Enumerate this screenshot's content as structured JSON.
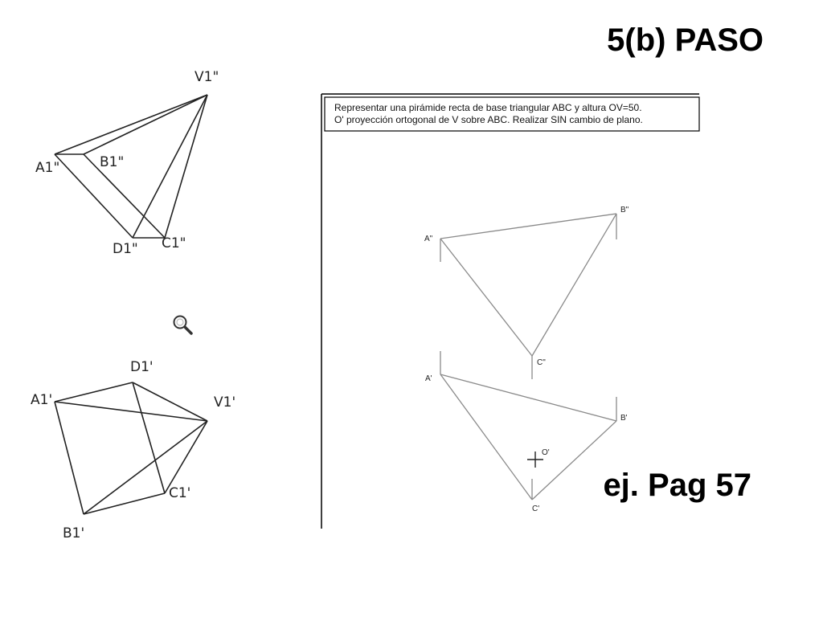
{
  "title": "5(b) PASO",
  "reference": "ej. Pag 57",
  "statement": {
    "line1": "Representar una pirámide recta de base triangular ABC y  altura OV=50.",
    "line2": "O' proyección ortogonal de V sobre ABC. Realizar SIN cambio de plano."
  },
  "hand_sketch": {
    "elevation_labels": {
      "V": "V1\"",
      "A": "A1\"",
      "B": "B1\"",
      "D": "D1\"",
      "C": "C1\""
    },
    "plan_labels": {
      "D": "D1'",
      "A": "A1'",
      "V": "V1'",
      "C": "C1'",
      "B": "B1'"
    }
  },
  "cad_drawing": {
    "elevation_labels": {
      "A": "A\"",
      "B": "B\"",
      "C": "C\""
    },
    "plan_labels": {
      "A": "A'",
      "B": "B'",
      "C": "C'",
      "O": "O'"
    }
  },
  "icons": {
    "zoom": "magnifier-icon"
  },
  "colors": {
    "ink": "#222222",
    "cad_line": "#8a8a8a",
    "frame": "#000000"
  }
}
